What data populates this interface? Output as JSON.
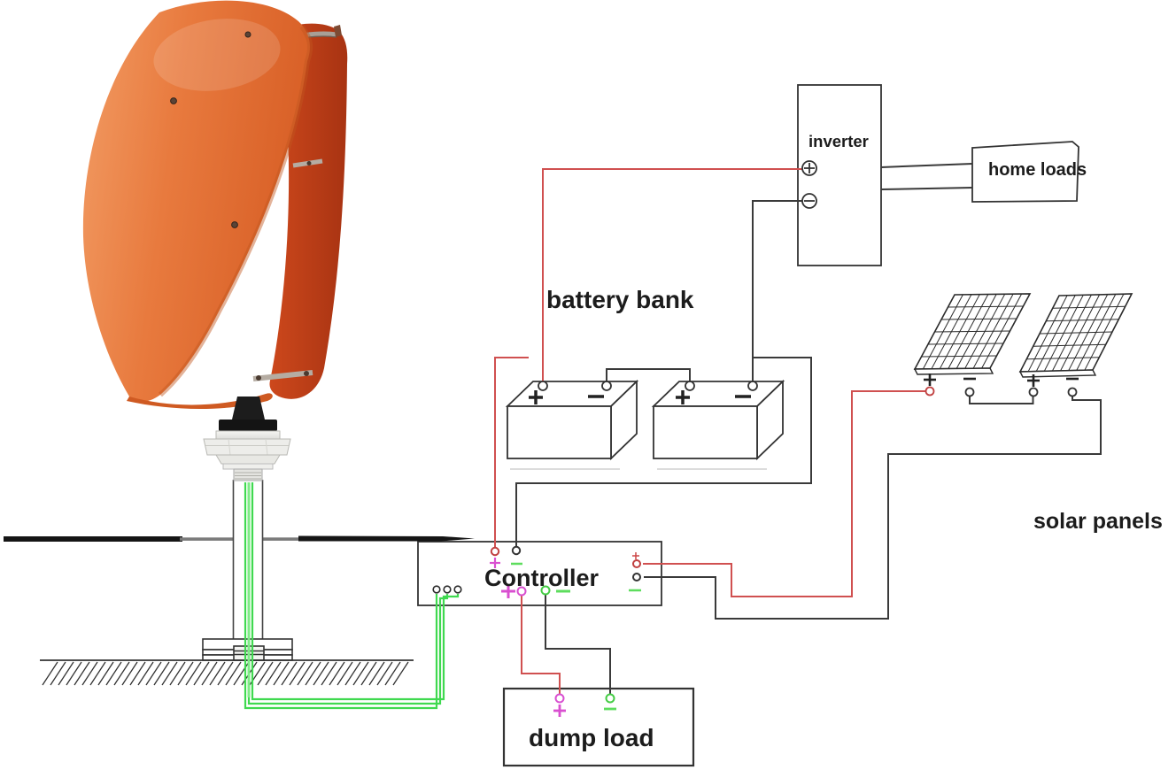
{
  "title": "wind-solar hybrid power system wiring diagram",
  "labels": {
    "inverter": "inverter",
    "home_loads": "home loads",
    "battery_bank": "battery bank",
    "solar_panels": "solar panels",
    "controller": "Controller",
    "dump_load": "dump load"
  },
  "colors": {
    "positive_wire": "#d05050",
    "negative_wire": "#3a3a3a",
    "turbine_wire_green": "#3fd94f",
    "aux_positive_magenta": "#d94fd0",
    "aux_negative_green": "#5ddd5d",
    "blade_front_orange": "#e87a3e",
    "blade_rear_red": "#c23f18"
  },
  "components": {
    "wind_turbine": {
      "type": "vertical-axis helical wind turbine",
      "blades": 2,
      "mounted_on": "pole with underground green cable"
    },
    "inverter": {
      "terminals": [
        "+",
        "-"
      ]
    },
    "home_loads": {
      "fed_by": "inverter (2 AC lines)"
    },
    "battery_bank": {
      "batteries": [
        {
          "terminals": [
            "+",
            "-"
          ]
        },
        {
          "terminals": [
            "+",
            "-"
          ]
        }
      ]
    },
    "solar_panels": {
      "panels": [
        {
          "terminals": [
            "+",
            "-"
          ]
        },
        {
          "terminals": [
            "+",
            "-"
          ]
        }
      ]
    },
    "controller": {
      "left_terminals": 3,
      "top_terminals": [
        "+",
        "-"
      ],
      "right_terminals": [
        "+",
        "-"
      ],
      "bottom_terminals": [
        "+",
        "-"
      ]
    },
    "dump_load": {
      "terminals": [
        "+",
        "-"
      ]
    }
  },
  "connections": [
    {
      "from": "wind turbine",
      "to": "controller left terminals",
      "color": "green",
      "wires": 3
    },
    {
      "from": "inverter +",
      "to": "battery 1 +",
      "color": "red"
    },
    {
      "from": "inverter -",
      "to": "battery 2 -",
      "color": "black"
    },
    {
      "from": "battery 1 -",
      "to": "battery 2 +",
      "color": "black",
      "note": "series bridge"
    },
    {
      "from": "battery 1 +",
      "to": "controller top +",
      "color": "red"
    },
    {
      "from": "battery 2 -",
      "to": "controller top -",
      "color": "black"
    },
    {
      "from": "controller right +",
      "to": "solar panel 1 +",
      "color": "red"
    },
    {
      "from": "solar panel 1 -",
      "to": "solar panel 2 +",
      "color": "black",
      "note": "series bridge"
    },
    {
      "from": "solar panel 2 -",
      "to": "controller right -",
      "color": "black"
    },
    {
      "from": "controller bottom +",
      "to": "dump load +",
      "color": "red"
    },
    {
      "from": "controller bottom -",
      "to": "dump load -",
      "color": "black"
    },
    {
      "from": "inverter",
      "to": "home loads",
      "color": "black",
      "wires": 2
    }
  ]
}
